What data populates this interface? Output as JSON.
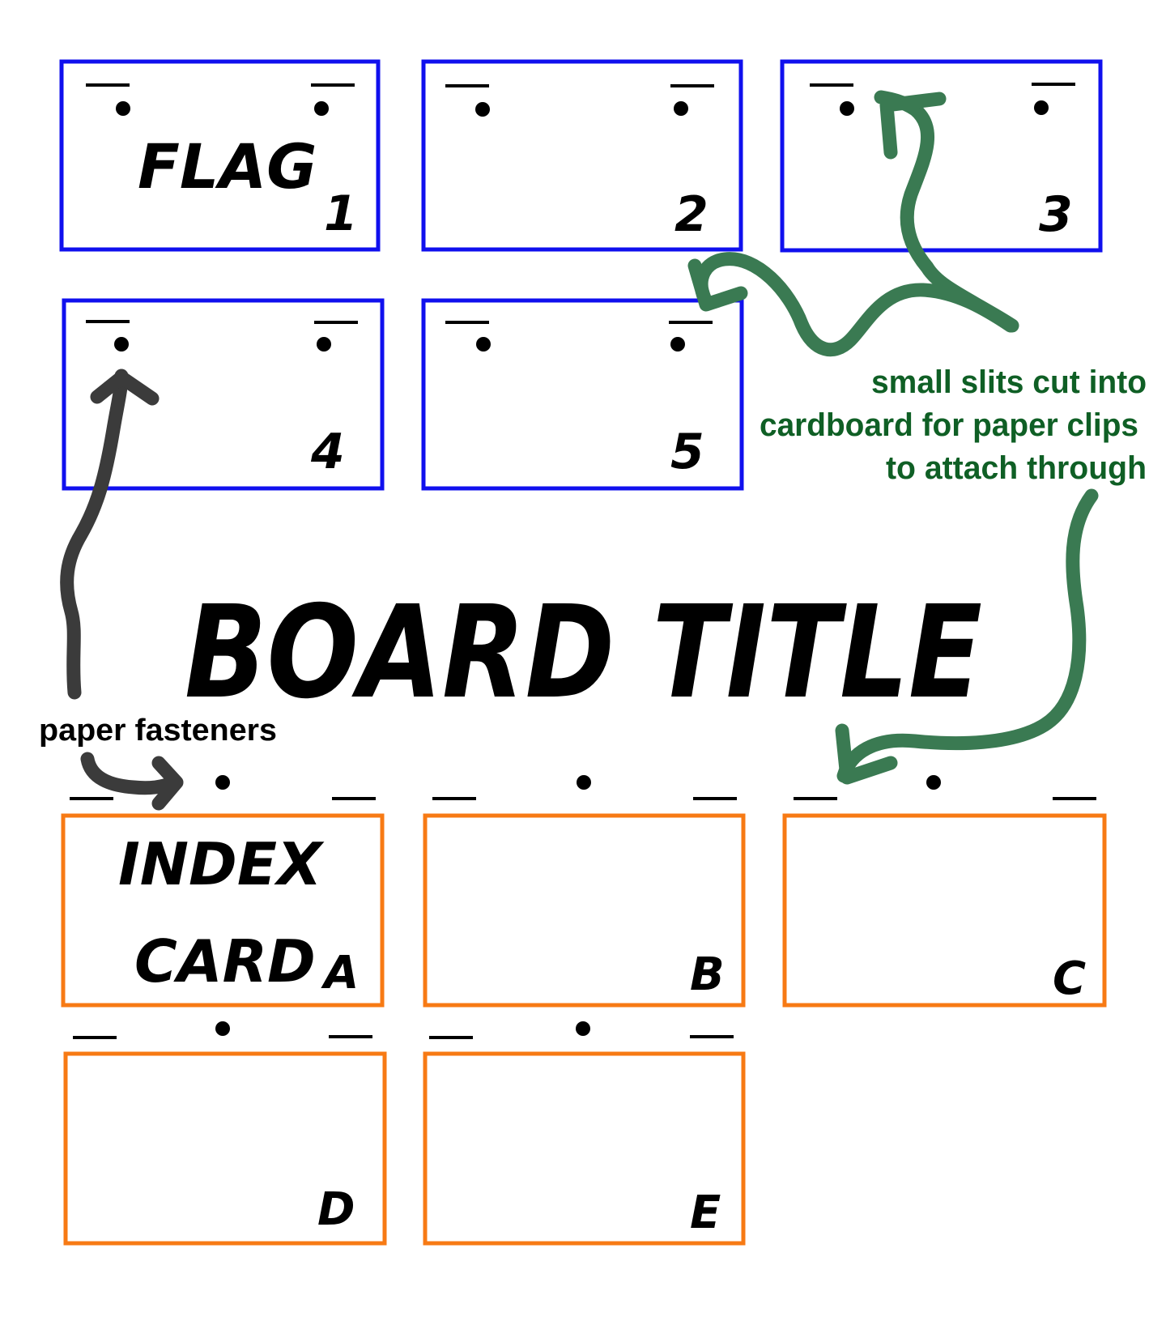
{
  "title": "BOARD TITLE",
  "colors": {
    "flag_border": "#1010ee",
    "card_border": "#f77a14",
    "ink": "#000000",
    "green_note": "#0f5f25",
    "green_arrow": "#3a7a52",
    "gray_arrow": "#3b3b3b"
  },
  "flag_label": "FLAG",
  "flags": [
    {
      "number": "1"
    },
    {
      "number": "2"
    },
    {
      "number": "3"
    },
    {
      "number": "4"
    },
    {
      "number": "5"
    }
  ],
  "index_card_label": {
    "line1": "INDEX",
    "line2": "CARD"
  },
  "cards": [
    {
      "letter": "A"
    },
    {
      "letter": "B"
    },
    {
      "letter": "C"
    },
    {
      "letter": "D"
    },
    {
      "letter": "E"
    }
  ],
  "annotations": {
    "paper_fasteners": "paper fasteners",
    "slits": [
      "small slits cut into",
      "cardboard for paper clips",
      "to attach through"
    ]
  }
}
